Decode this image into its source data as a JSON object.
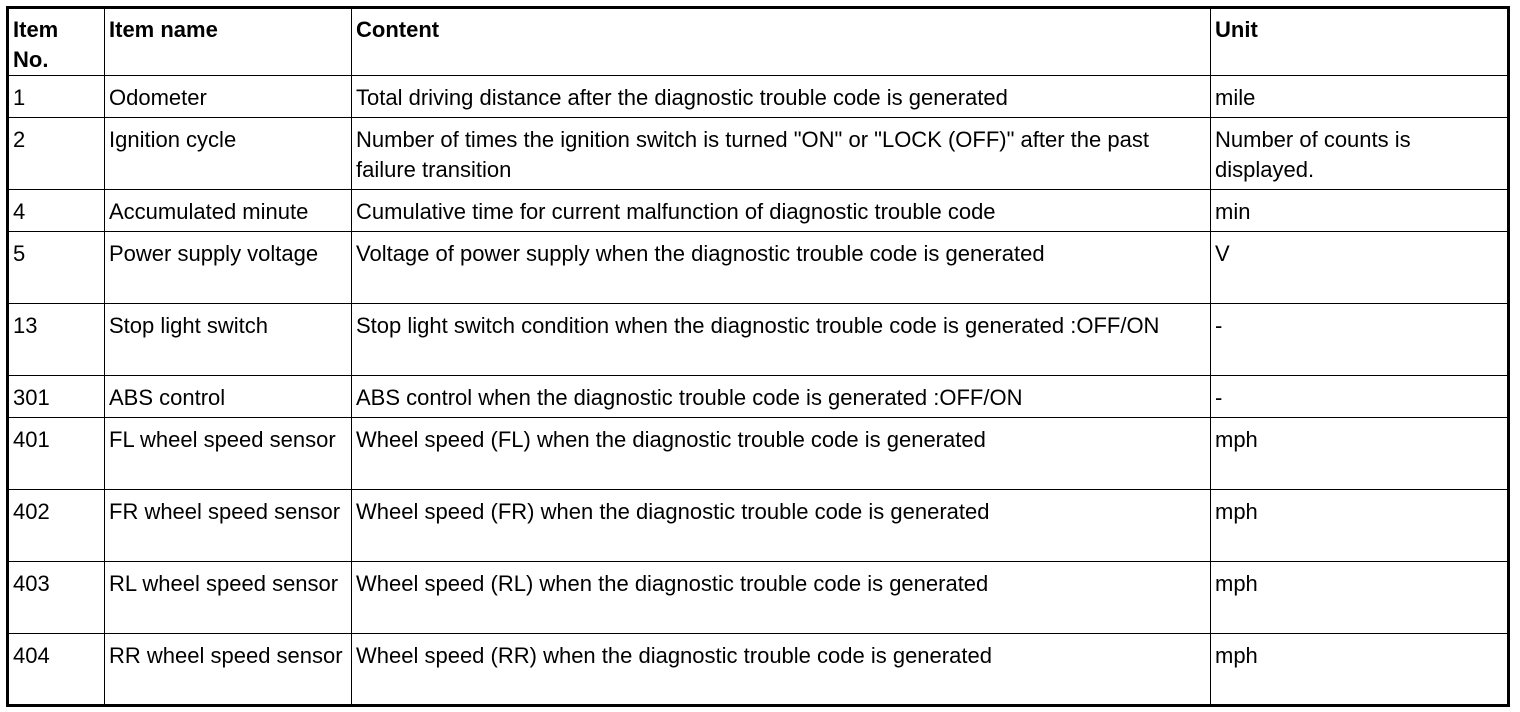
{
  "table": {
    "headers": {
      "item_no_line1": "Item",
      "item_no_line2": "No.",
      "item_name": "Item name",
      "content": "Content",
      "unit": "Unit"
    },
    "rows": [
      {
        "no": "1",
        "name": "Odometer",
        "content": "Total driving distance after the diagnostic trouble code is generated",
        "unit": "mile"
      },
      {
        "no": "2",
        "name": "Ignition cycle",
        "content": "Number of times the ignition switch is turned \"ON\" or \"LOCK (OFF)\" after the past failure transition",
        "unit": "Number of counts is displayed."
      },
      {
        "no": "4",
        "name": "Accumulated minute",
        "content": "Cumulative time for current malfunction of diagnostic trouble code",
        "unit": "min"
      },
      {
        "no": "5",
        "name": "Power supply voltage",
        "content": "Voltage of power supply when the diagnostic trouble code is generated",
        "unit": "V"
      },
      {
        "no": "13",
        "name": "Stop light switch",
        "content": "Stop light switch condition when the diagnostic trouble code is generated :OFF/ON",
        "unit": "-"
      },
      {
        "no": "301",
        "name": "ABS control",
        "content": "ABS control when the diagnostic trouble code is generated :OFF/ON",
        "unit": "-"
      },
      {
        "no": "401",
        "name": "FL wheel speed sensor",
        "content": "Wheel speed (FL) when the diagnostic trouble code is generated",
        "unit": "mph"
      },
      {
        "no": "402",
        "name": "FR wheel speed sensor",
        "content": "Wheel speed (FR) when the diagnostic trouble code is generated",
        "unit": "mph"
      },
      {
        "no": "403",
        "name": "RL wheel speed sensor",
        "content": "Wheel speed (RL) when the diagnostic trouble code is generated",
        "unit": "mph"
      },
      {
        "no": "404",
        "name": "RR wheel speed sensor",
        "content": "Wheel speed (RR) when the diagnostic trouble code is generated",
        "unit": "mph"
      }
    ]
  }
}
